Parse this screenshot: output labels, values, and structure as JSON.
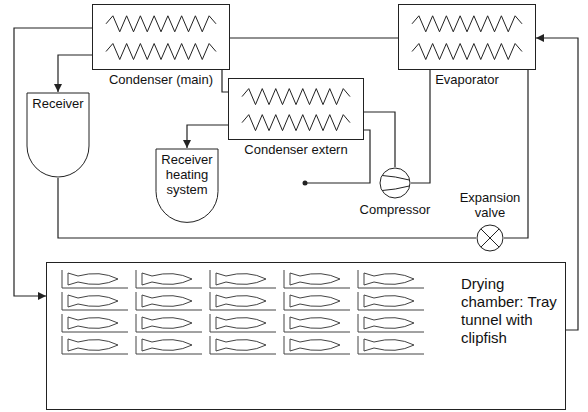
{
  "diagram": {
    "nodes": [
      {
        "text": [
          "Condenser (main)"
        ]
      },
      {
        "text": [
          "Evaporator"
        ]
      },
      {
        "text": [
          "Condenser extern"
        ]
      },
      {
        "text": [
          "Receiver"
        ]
      },
      {
        "text": [
          "Receiver heating system"
        ]
      },
      {
        "text": [
          "Compressor"
        ]
      },
      {
        "text": [
          "Expansion valve"
        ]
      },
      {
        "text": [
          "Drying chamber: Tray tunnel with clipfish"
        ]
      }
    ],
    "edges": [
      {
        "from": 7,
        "to": 1,
        "arrow": "to"
      },
      {
        "from": 1,
        "to": 0,
        "arrow": "none"
      },
      {
        "from": 0,
        "to": 7,
        "arrow": "to"
      },
      {
        "from": 5,
        "to": 2,
        "arrow": "none"
      },
      {
        "from": 2,
        "to": 0,
        "arrow": "none"
      },
      {
        "from": 0,
        "to": 3,
        "arrow": "to"
      },
      {
        "from": 3,
        "to": 6,
        "arrow": "none"
      },
      {
        "from": 6,
        "to": 1,
        "arrow": "none"
      },
      {
        "from": 1,
        "to": 5,
        "arrow": "none"
      },
      {
        "from": 2,
        "to": 4,
        "arrow": "to"
      }
    ]
  }
}
